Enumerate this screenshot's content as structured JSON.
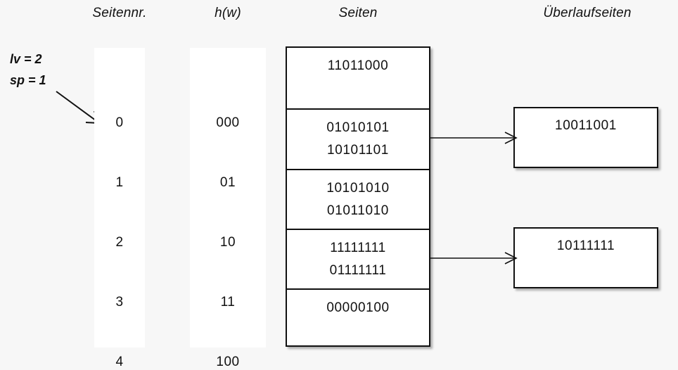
{
  "diagram": {
    "title_columns": {
      "seitennr": "Seitennr.",
      "hw": "h(w)",
      "seiten": "Seiten",
      "ueberlaufseiten": "Überlaufseiten"
    },
    "parameters": {
      "lv_label": "lv = 2",
      "sp_label": "sp = 1",
      "pointer_icon": "diagonal-arrow-icon"
    },
    "rows": [
      {
        "seitennr": "0",
        "hw": "000"
      },
      {
        "seitennr": "1",
        "hw": "01"
      },
      {
        "seitennr": "2",
        "hw": "10"
      },
      {
        "seitennr": "3",
        "hw": "11"
      },
      {
        "seitennr": "4",
        "hw": "100"
      }
    ],
    "pages": [
      {
        "records": [
          "11011000"
        ]
      },
      {
        "records": [
          "01010101",
          "10101101"
        ]
      },
      {
        "records": [
          "10101010",
          "01011010"
        ]
      },
      {
        "records": [
          "11111111",
          "01111111"
        ]
      },
      {
        "records": [
          "00000100"
        ]
      }
    ],
    "overflow_pages": [
      {
        "records": [
          "10011001"
        ],
        "from_page": "1"
      },
      {
        "records": [
          "10111111"
        ],
        "from_page": "3"
      }
    ],
    "connectors": [
      {
        "icon": "arrow-right-icon",
        "from": "page-1",
        "to": "overflow-0"
      },
      {
        "icon": "arrow-right-icon",
        "from": "page-3",
        "to": "overflow-1"
      }
    ],
    "colors": {
      "background": "#f7f7f7",
      "surface": "#ffffff",
      "stroke": "#111111",
      "text": "#0a0a0a"
    }
  }
}
